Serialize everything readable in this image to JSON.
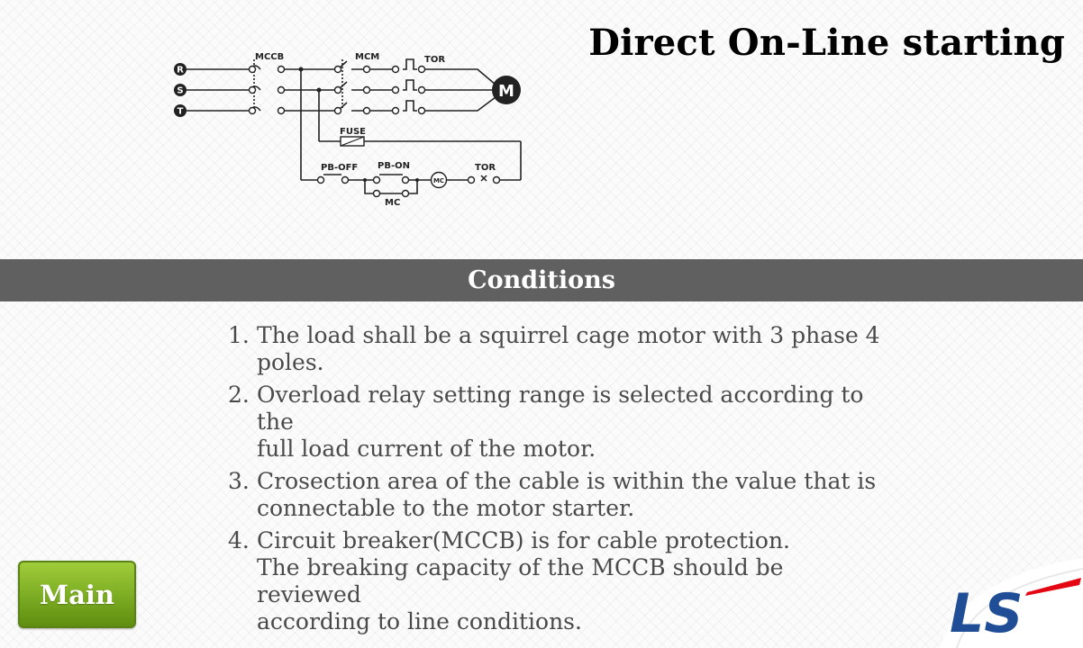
{
  "page": {
    "title": "Direct On-Line starting"
  },
  "diagram": {
    "labels": {
      "r": "R",
      "s": "S",
      "t": "T",
      "mccb": "MCCB",
      "mcm": "MCM",
      "tor": "TOR",
      "motor": "M",
      "fuse": "FUSE",
      "pb_off": "PB-OFF",
      "pb_on": "PB-ON",
      "mc_coil": "MC",
      "mc_aux": "MC",
      "tor_aux": "TOR"
    }
  },
  "conditions": {
    "heading": "Conditions",
    "items": [
      {
        "num": "1.",
        "lines": [
          "The load shall be a squirrel cage motor with 3 phase 4",
          "poles."
        ]
      },
      {
        "num": "2.",
        "lines": [
          "Overload relay setting range is selected according to the",
          "full load current of the motor."
        ]
      },
      {
        "num": "3.",
        "lines": [
          "Crosection area of the cable is within the value that is",
          "connectable to the motor starter."
        ]
      },
      {
        "num": "4.",
        "lines": [
          "Circuit breaker(MCCB) is for cable protection.",
          "The breaking capacity of the MCCB should be reviewed",
          "according to line conditions."
        ]
      }
    ]
  },
  "nav": {
    "main_label": "Main"
  },
  "logo": {
    "text": "LS",
    "color": "#1f4e96",
    "accent": "#e30613"
  }
}
